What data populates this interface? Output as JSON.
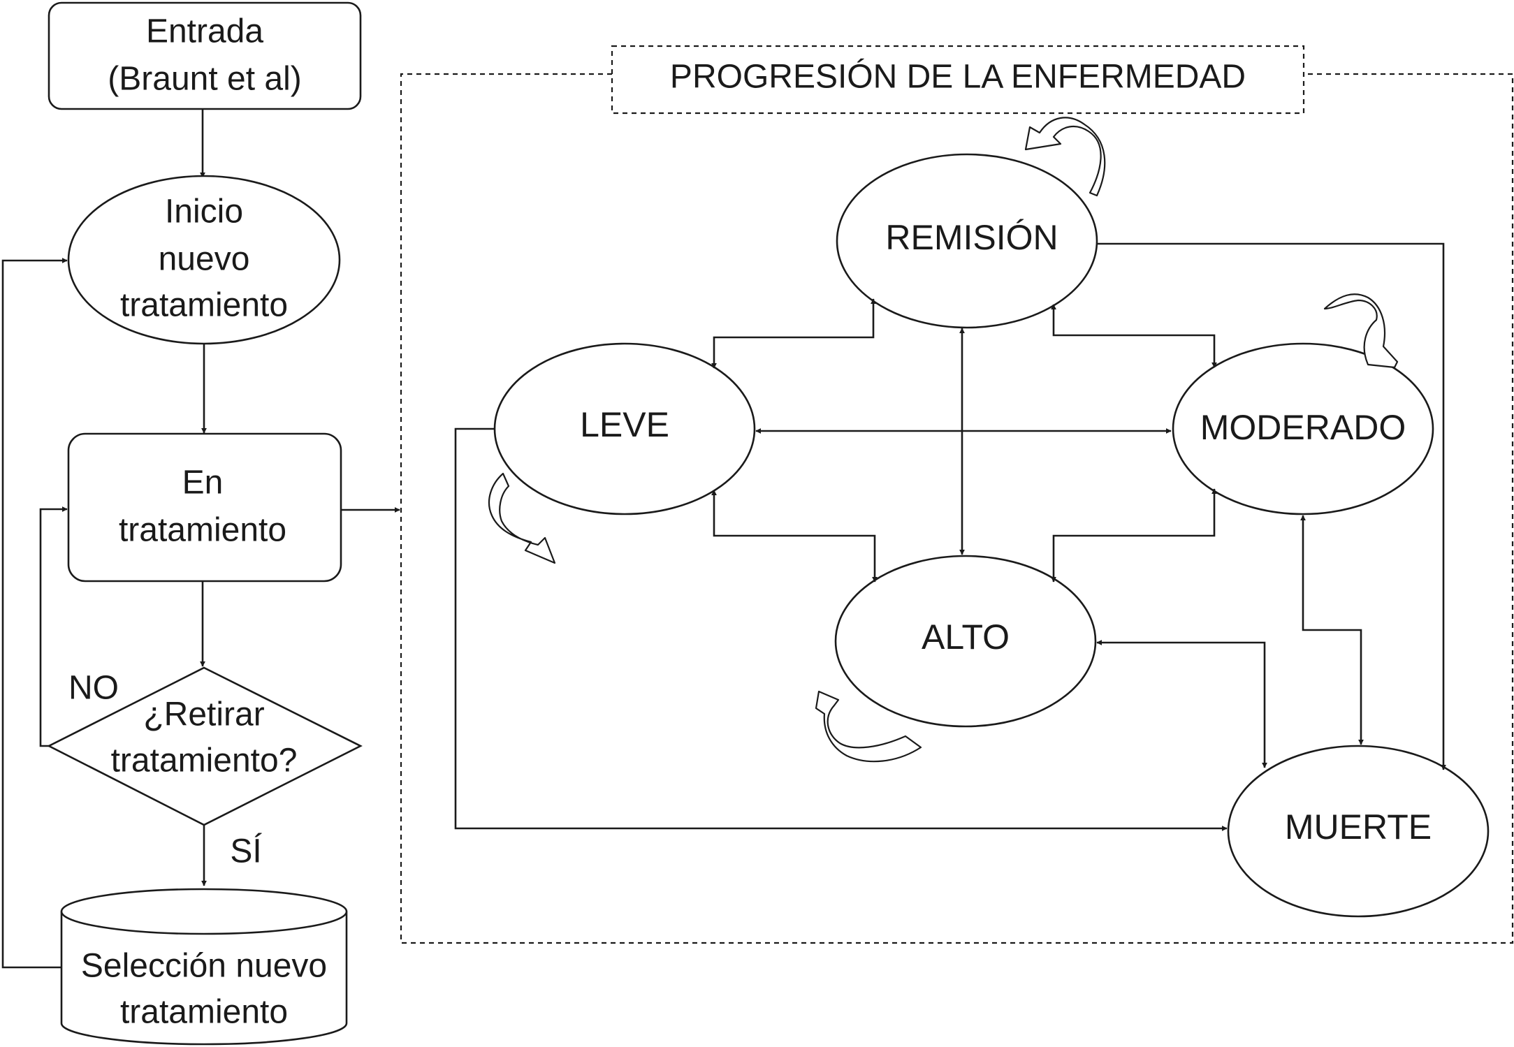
{
  "flowchart": {
    "entrada": {
      "line1": "Entrada",
      "line2": "(Braunt et al)"
    },
    "inicio": {
      "line1": "Inicio",
      "line2": "nuevo",
      "line3": "tratamiento"
    },
    "en_tratamiento": {
      "line1": "En",
      "line2": "tratamiento"
    },
    "decision": {
      "line1": "¿Retirar",
      "line2": "tratamiento?",
      "no_label": "NO",
      "yes_label": "SÍ"
    },
    "seleccion": {
      "line1": "Selección nuevo",
      "line2": "tratamiento"
    }
  },
  "progression": {
    "title": "PROGRESIÓN DE LA ENFERMEDAD",
    "states": {
      "remision": "REMISIÓN",
      "leve": "LEVE",
      "moderado": "MODERADO",
      "alto": "ALTO",
      "muerte": "MUERTE"
    }
  },
  "colors": {
    "stroke": "#1a1a1a",
    "background": "#ffffff"
  }
}
